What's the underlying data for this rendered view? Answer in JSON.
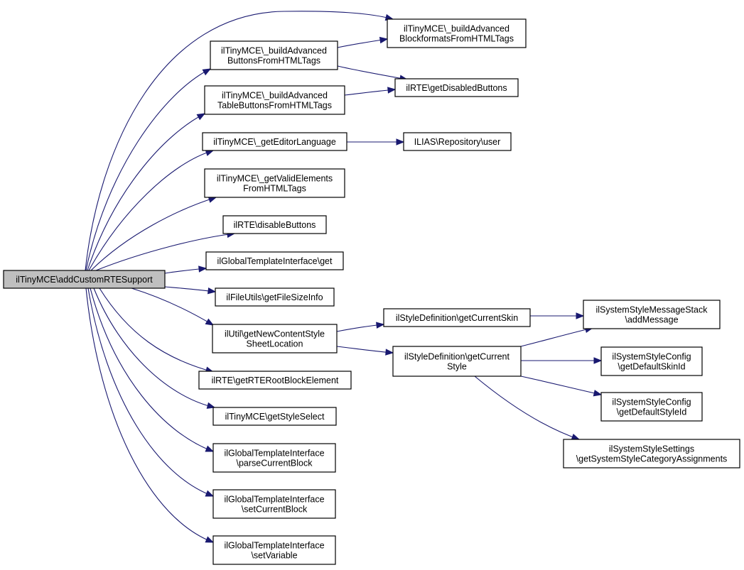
{
  "diagram": {
    "type": "call-graph",
    "colors": {
      "edge": "#191970",
      "root_fill": "#bfbfbf",
      "node_fill": "#ffffff",
      "node_border": "#000000"
    },
    "nodes": [
      {
        "id": "root",
        "lines": [
          "ilTinyMCE\\addCustomRTESupport"
        ],
        "root": true
      },
      {
        "id": "buildAdvButtons",
        "lines": [
          "ilTinyMCE\\_buildAdvanced",
          "ButtonsFromHTMLTags"
        ]
      },
      {
        "id": "buildAdvBlockformats",
        "lines": [
          "ilTinyMCE\\_buildAdvanced",
          "BlockformatsFromHTMLTags"
        ]
      },
      {
        "id": "getDisabledButtons",
        "lines": [
          "ilRTE\\getDisabledButtons"
        ]
      },
      {
        "id": "buildAdvTableButtons",
        "lines": [
          "ilTinyMCE\\_buildAdvanced",
          "TableButtonsFromHTMLTags"
        ]
      },
      {
        "id": "getEditorLanguage",
        "lines": [
          "ilTinyMCE\\_getEditorLanguage"
        ]
      },
      {
        "id": "repositoryUser",
        "lines": [
          "ILIAS\\Repository\\user"
        ]
      },
      {
        "id": "getValidElements",
        "lines": [
          "ilTinyMCE\\_getValidElements",
          "FromHTMLTags"
        ]
      },
      {
        "id": "disableButtons",
        "lines": [
          "ilRTE\\disableButtons"
        ]
      },
      {
        "id": "globalTplGet",
        "lines": [
          "ilGlobalTemplateInterface\\get"
        ]
      },
      {
        "id": "getFileSizeInfo",
        "lines": [
          "ilFileUtils\\getFileSizeInfo"
        ]
      },
      {
        "id": "getNewContentStyleSheet",
        "lines": [
          "ilUtil\\getNewContentStyle",
          "SheetLocation"
        ]
      },
      {
        "id": "getCurrentSkin",
        "lines": [
          "ilStyleDefinition\\getCurrentSkin"
        ]
      },
      {
        "id": "getCurrentStyle",
        "lines": [
          "ilStyleDefinition\\getCurrent",
          "Style"
        ]
      },
      {
        "id": "addMessage",
        "lines": [
          "ilSystemStyleMessageStack",
          "\\addMessage"
        ]
      },
      {
        "id": "getDefaultSkinId",
        "lines": [
          "ilSystemStyleConfig",
          "\\getDefaultSkinId"
        ]
      },
      {
        "id": "getDefaultStyleId",
        "lines": [
          "ilSystemStyleConfig",
          "\\getDefaultStyleId"
        ]
      },
      {
        "id": "getSystemStyleCategory",
        "lines": [
          "ilSystemStyleSettings",
          "\\getSystemStyleCategoryAssignments"
        ]
      },
      {
        "id": "getRTERootBlock",
        "lines": [
          "ilRTE\\getRTERootBlockElement"
        ]
      },
      {
        "id": "getStyleSelect",
        "lines": [
          "ilTinyMCE\\getStyleSelect"
        ]
      },
      {
        "id": "parseCurrentBlock",
        "lines": [
          "ilGlobalTemplateInterface",
          "\\parseCurrentBlock"
        ]
      },
      {
        "id": "setCurrentBlock",
        "lines": [
          "ilGlobalTemplateInterface",
          "\\setCurrentBlock"
        ]
      },
      {
        "id": "setVariable",
        "lines": [
          "ilGlobalTemplateInterface",
          "\\setVariable"
        ]
      }
    ],
    "edges": [
      {
        "from": "root",
        "to": "buildAdvBlockformats"
      },
      {
        "from": "root",
        "to": "buildAdvButtons"
      },
      {
        "from": "root",
        "to": "buildAdvTableButtons"
      },
      {
        "from": "root",
        "to": "getEditorLanguage"
      },
      {
        "from": "root",
        "to": "getValidElements"
      },
      {
        "from": "root",
        "to": "disableButtons"
      },
      {
        "from": "root",
        "to": "globalTplGet"
      },
      {
        "from": "root",
        "to": "getFileSizeInfo"
      },
      {
        "from": "root",
        "to": "getNewContentStyleSheet"
      },
      {
        "from": "root",
        "to": "getRTERootBlock"
      },
      {
        "from": "root",
        "to": "getStyleSelect"
      },
      {
        "from": "root",
        "to": "parseCurrentBlock"
      },
      {
        "from": "root",
        "to": "setCurrentBlock"
      },
      {
        "from": "root",
        "to": "setVariable"
      },
      {
        "from": "buildAdvButtons",
        "to": "buildAdvBlockformats"
      },
      {
        "from": "buildAdvButtons",
        "to": "getDisabledButtons"
      },
      {
        "from": "buildAdvTableButtons",
        "to": "getDisabledButtons"
      },
      {
        "from": "getEditorLanguage",
        "to": "repositoryUser"
      },
      {
        "from": "getNewContentStyleSheet",
        "to": "getCurrentSkin"
      },
      {
        "from": "getNewContentStyleSheet",
        "to": "getCurrentStyle"
      },
      {
        "from": "getCurrentSkin",
        "to": "addMessage"
      },
      {
        "from": "getCurrentStyle",
        "to": "addMessage"
      },
      {
        "from": "getCurrentStyle",
        "to": "getDefaultSkinId"
      },
      {
        "from": "getCurrentStyle",
        "to": "getDefaultStyleId"
      },
      {
        "from": "getCurrentStyle",
        "to": "getSystemStyleCategory"
      }
    ]
  }
}
